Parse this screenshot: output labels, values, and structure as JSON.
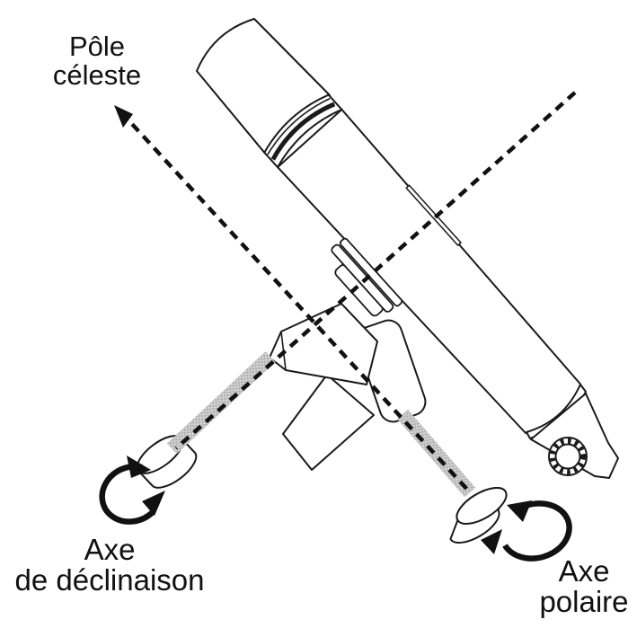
{
  "diagram": {
    "background_color": "#ffffff",
    "line_color": "#1a1a1a",
    "shaft_texture_color": "#999999",
    "labels": {
      "celestial_pole": {
        "line1": "Pôle",
        "line2": "céleste"
      },
      "declination_axis": {
        "line1": "Axe",
        "line2": "de déclinaison"
      },
      "polar_axis": {
        "line1": "Axe",
        "line2": "polaire"
      }
    }
  }
}
